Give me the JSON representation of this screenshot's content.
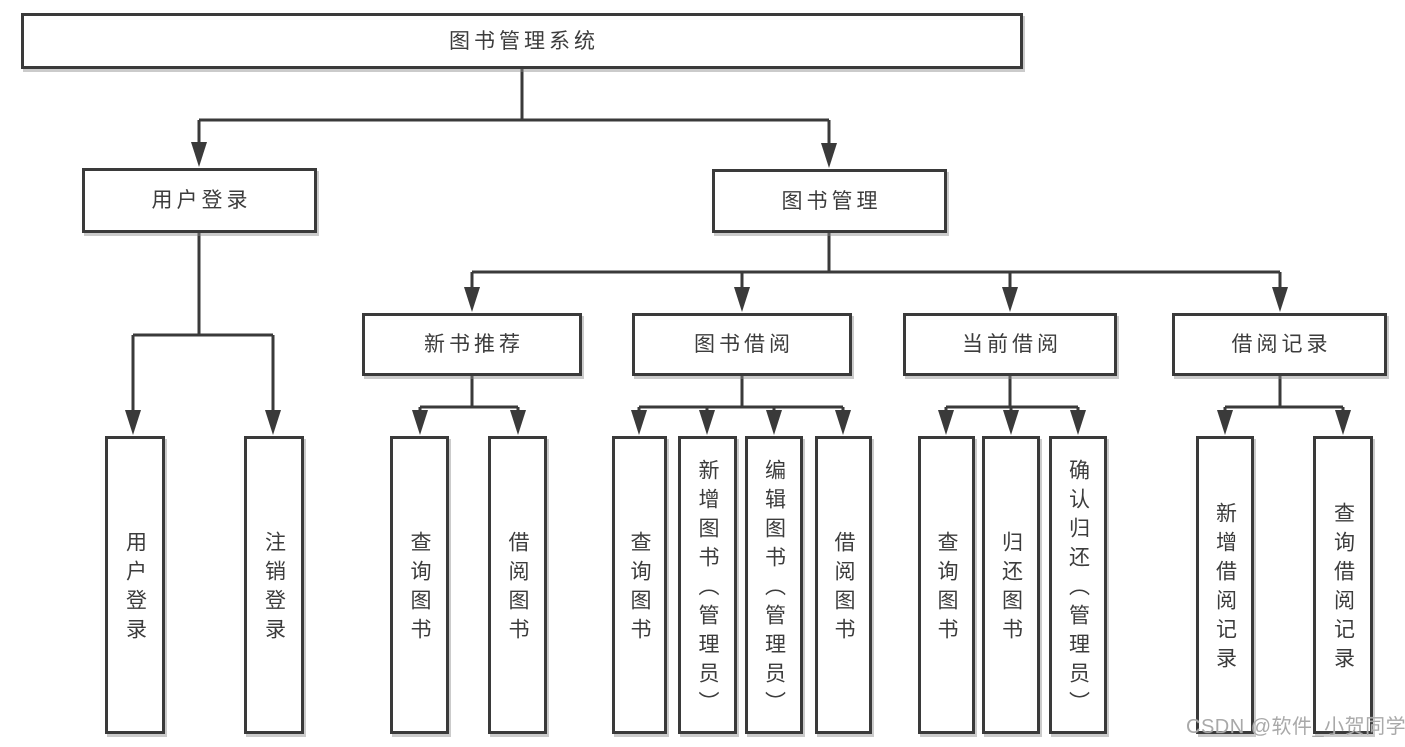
{
  "diagram": {
    "type": "tree",
    "orientation": "top-down",
    "tree": {
      "label": "图书管理系统",
      "children": [
        {
          "label": "用户登录",
          "children": [
            {
              "label": "用户登录"
            },
            {
              "label": "注销登录"
            }
          ]
        },
        {
          "label": "图书管理",
          "children": [
            {
              "label": "新书推荐",
              "children": [
                {
                  "label": "查询图书"
                },
                {
                  "label": "借阅图书"
                }
              ]
            },
            {
              "label": "图书借阅",
              "children": [
                {
                  "label": "查询图书"
                },
                {
                  "label": "新增图书（管理员）"
                },
                {
                  "label": "编辑图书（管理员）"
                },
                {
                  "label": "借阅图书"
                }
              ]
            },
            {
              "label": "当前借阅",
              "children": [
                {
                  "label": "查询图书"
                },
                {
                  "label": "归还图书"
                },
                {
                  "label": "确认归还（管理员）"
                }
              ]
            },
            {
              "label": "借阅记录",
              "children": [
                {
                  "label": "新增借阅记录"
                },
                {
                  "label": "查询借阅记录"
                }
              ]
            }
          ]
        }
      ]
    }
  },
  "watermark": {
    "text": "CSDN @软件_小贺同学"
  },
  "colors": {
    "background": "#ffffff",
    "line": "#3a3a3a",
    "border": "#3a3a3a",
    "text": "#3c3c3c",
    "watermark": "#a9a9a9"
  }
}
